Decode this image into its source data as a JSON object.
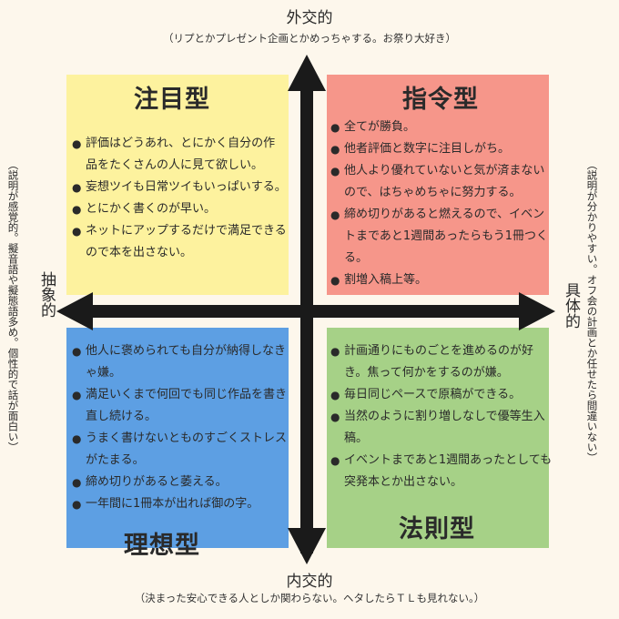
{
  "axes": {
    "top": {
      "title": "外交的",
      "note": "（リプとかプレゼント企画とかめっちゃする。お祭り大好き）"
    },
    "bottom": {
      "title": "内交的",
      "note": "（決まった安心できる人としか関わらない。ヘタしたらＴＬも見れない。）"
    },
    "left": {
      "title": "抽象的",
      "note": "（説明が感覚的。擬音語や擬態語多め。個性的で話が面白い）"
    },
    "right": {
      "title": "具体的",
      "note": "（説明が分かりやすい。オフ会の計画とか任せたら間違いない）"
    }
  },
  "quadrants": {
    "top_left": {
      "title": "注目型",
      "items": [
        "評価はどうあれ、とにかく自分の作品をたくさんの人に見て欲しい。",
        "妄想ツイも日常ツイもいっぱいする。",
        "とにかく書くのが早い。",
        "ネットにアップするだけで満足できるので本を出さない。"
      ]
    },
    "top_right": {
      "title": "指令型",
      "items": [
        "全てが勝負。",
        "他者評価と数字に注目しがち。",
        "他人より優れていないと気が済まないので、はちゃめちゃに努力する。",
        "締め切りがあると燃えるので、イベントまであと1週間あったらもう1冊つくる。",
        "割増入稿上等。"
      ]
    },
    "bottom_left": {
      "title": "理想型",
      "items": [
        "他人に褒められても自分が納得しなきゃ嫌。",
        "満足いくまで何回でも同じ作品を書き直し続ける。",
        "うまく書けないとものすごくストレスがたまる。",
        "締め切りがあると萎える。",
        "一年間に1冊本が出れば御の字。"
      ]
    },
    "bottom_right": {
      "title": "法則型",
      "items": [
        "計画通りにものごとを進めるのが好き。焦って何かをするのが嫌。",
        "毎日同じペースで原稿ができる。",
        "当然のように割り増しなしで優等生入稿。",
        "イベントまであと1週間あったとしても突発本とか出さない。"
      ]
    }
  },
  "colors": {
    "background": "#fdf7ec",
    "top_left": "#fdf29e",
    "top_right": "#f6968a",
    "bottom_left": "#5d9fe3",
    "bottom_right": "#a6d187",
    "arrow": "#1a1a1a"
  }
}
